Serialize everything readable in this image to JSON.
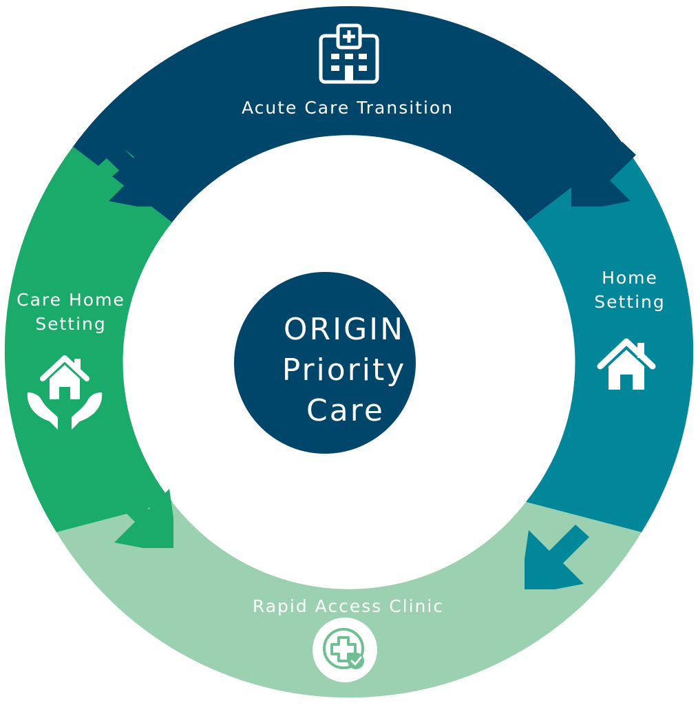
{
  "center": {
    "line1": "ORIGIN",
    "line2": "Priority",
    "line3": "Care"
  },
  "segments": {
    "acute": {
      "label": "Acute Care Transition",
      "icon": "hospital-icon"
    },
    "home": {
      "label_line1": "Home",
      "label_line2": "Setting",
      "icon": "house-icon"
    },
    "clinic": {
      "label": "Rapid Access Clinic",
      "icon": "medical-cross-check-icon"
    },
    "care_home": {
      "label_line1": "Care Home",
      "label_line2": "Setting",
      "icon": "house-in-hands-icon"
    }
  },
  "colors": {
    "acute": "#00456a",
    "home": "#01869a",
    "clinic": "#9bd0b1",
    "care_home": "#1aaa6a",
    "center": "#00456a"
  }
}
